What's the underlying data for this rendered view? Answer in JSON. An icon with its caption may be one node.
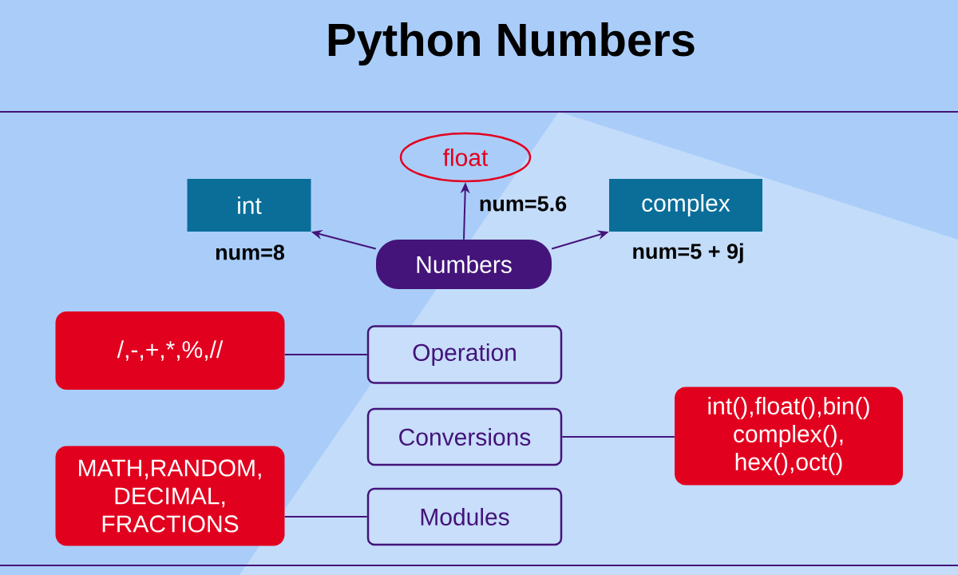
{
  "diagram": {
    "title": "Python Numbers",
    "nodes": [
      {
        "text": [
          "int"
        ],
        "beside": [
          "num=8"
        ]
      },
      {
        "text": [
          "float"
        ],
        "beside": [
          "num=5.6"
        ]
      },
      {
        "text": [
          "complex"
        ],
        "beside": [
          "num=5 + 9j"
        ]
      },
      {
        "text": [
          "Numbers"
        ]
      },
      {
        "text": [
          "/,-,+,*,%,//"
        ]
      },
      {
        "text": [
          "Operation"
        ]
      },
      {
        "text": [
          "Conversions"
        ]
      },
      {
        "text": [
          "int(),float(),bin() complex(), hex(),oct()"
        ]
      },
      {
        "text": [
          "MATH,RANDOM, DECIMAL, FRACTIONS"
        ]
      },
      {
        "text": [
          "Modules"
        ]
      }
    ],
    "edges": [
      {
        "from": 3,
        "to": 0,
        "arrow": "to"
      },
      {
        "from": 3,
        "to": 1,
        "arrow": "to"
      },
      {
        "from": 3,
        "to": 2,
        "arrow": "to"
      },
      {
        "from": 4,
        "to": 5,
        "arrow": "none"
      },
      {
        "from": 6,
        "to": 7,
        "arrow": "none"
      },
      {
        "from": 8,
        "to": 9,
        "arrow": "none"
      }
    ]
  }
}
